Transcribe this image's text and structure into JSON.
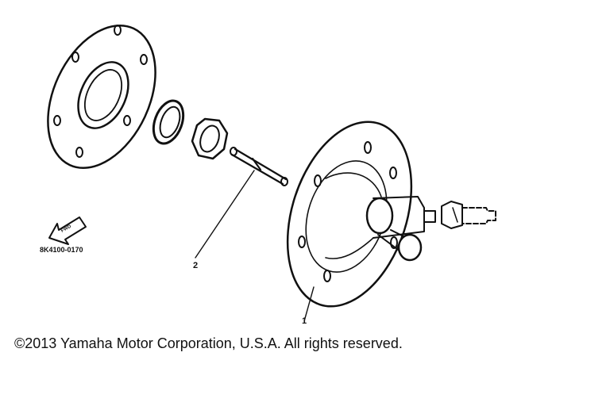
{
  "diagram": {
    "part_callouts": [
      "1",
      "2"
    ],
    "drawing_code": "8K4100-0170",
    "front_arrow_text": "FWD"
  },
  "footer": {
    "copyright": "©2013 Yamaha Motor Corporation, U.S.A. All rights reserved."
  }
}
